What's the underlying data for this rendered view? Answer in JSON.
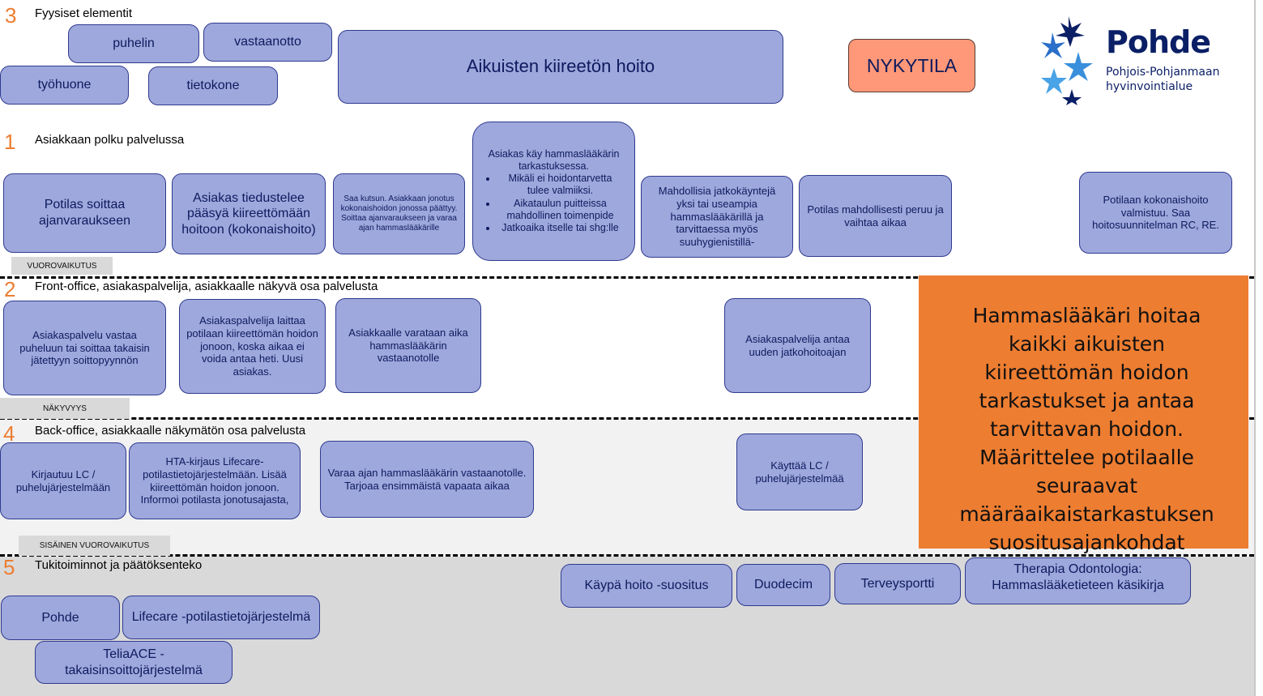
{
  "header": {
    "nykytila": "NYKYTILA",
    "main_title": "Aikuisten kiireetön hoito",
    "logo": {
      "name": "Pohde",
      "sub1": "Pohjois-Pohjanmaan",
      "sub2": "hyvinvointialue"
    }
  },
  "lanes": {
    "lane3": {
      "number": "3",
      "title": "Fyysiset elementit"
    },
    "lane1": {
      "number": "1",
      "title": "Asiakkaan polku palvelussa",
      "tag": "VUOROVAIKUTUS"
    },
    "lane2": {
      "number": "2",
      "title": "Front-office, asiakaspalvelija, asiakkaalle näkyvä osa palvelusta",
      "tag": "NÄKYVYYS"
    },
    "lane4": {
      "number": "4",
      "title": "Back-office, asiakkaalle näkymätön osa palvelusta",
      "tag": "SISÄINEN VUOROVAIKUTUS"
    },
    "lane5": {
      "number": "5",
      "title": "Tukitoiminnot ja päätöksenteko"
    }
  },
  "physical": [
    "puhelin",
    "vastaanotto",
    "työhuone",
    "tietokone"
  ],
  "customer_path": {
    "c1": "Potilas soittaa ajanvaraukseen",
    "c2": "Asiakas tiedustelee pääsyä kiireettömään hoitoon (kokonaishoito)",
    "c3": "Saa kutsun. Asiakkaan jonotus kokonaishoidon jonossa päättyy. Soittaa ajanvaraukseen ja varaa ajan hammaslääkärille",
    "c4_head": "Asiakas käy hammaslääkärin tarkastuksessa.",
    "c4_bullets": [
      "Mikäli ei hoidontarvetta tulee valmiiksi.",
      "Aikataulun puitteissa mahdollinen toimenpide",
      "Jatkoaika itselle tai shg:lle"
    ],
    "c5": "Mahdollisia jatkokäyntejä yksi tai useampia hammaslääkärillä ja tarvittaessa myös suuhygienistillä-",
    "c6": "Potilas mahdollisesti peruu ja vaihtaa aikaa",
    "c7": "Potilaan kokonaishoito valmistuu. Saa hoitosuunnitelman RC, RE."
  },
  "front_office": {
    "f1": "Asiakaspalvelu vastaa puheluun tai soittaa takaisin jätettyyn soittopyynnön",
    "f2": "Asiakaspalvelija laittaa potilaan kiireettömän hoidon jonoon, koska aikaa ei voida antaa heti. Uusi asiakas.",
    "f3": "Asiakkaalle varataan aika hammaslääkärin vastaanotolle",
    "f4": "Asiakaspalvelija antaa uuden jatkohoitoajan"
  },
  "back_office": {
    "b1": "Kirjautuu LC / puhelujärjestelmään",
    "b2": "HTA-kirjaus Lifecare-potilastietojärjestelmään. Lisää kiireettömän hoidon jonoon. Informoi potilasta jonotusajasta,",
    "b3": "Varaa ajan hammaslääkärin vastaanotolle. Tarjoaa ensimmäistä vapaata aikaa",
    "b4": "Käyttää LC / puhelujärjestelmää"
  },
  "support": {
    "s1": "Pohde",
    "s2": "Lifecare -potilastietojärjestelmä",
    "s3": "TeliaACE -takaisinsoittojärjestelmä",
    "s4": "Käypä hoito -suositus",
    "s5": "Duodecim",
    "s6": "Terveysportti",
    "s7": "Therapia Odontologia: Hammaslääketieteen käsikirja"
  },
  "callout": "Hammaslääkäri hoitaa kaikki aikuisten kiireettömän hoidon tarkastukset ja antaa tarvittavan hoidon. Määrittelee potilaalle seuraavat määräaikaistarkastuksen suositusajankohdat",
  "colors": {
    "box_fill": "#9fa8dc",
    "box_border": "#2f3a8f",
    "box_text": "#0d1a5e",
    "accent_orange": "#ed7d31",
    "nykytila_fill": "#ff9878",
    "lane4_bg": "#f2f2f2",
    "lane5_bg": "#d9d9d9",
    "logo_blue": "#0a1f66",
    "logo_light": "#3a8fdc"
  }
}
